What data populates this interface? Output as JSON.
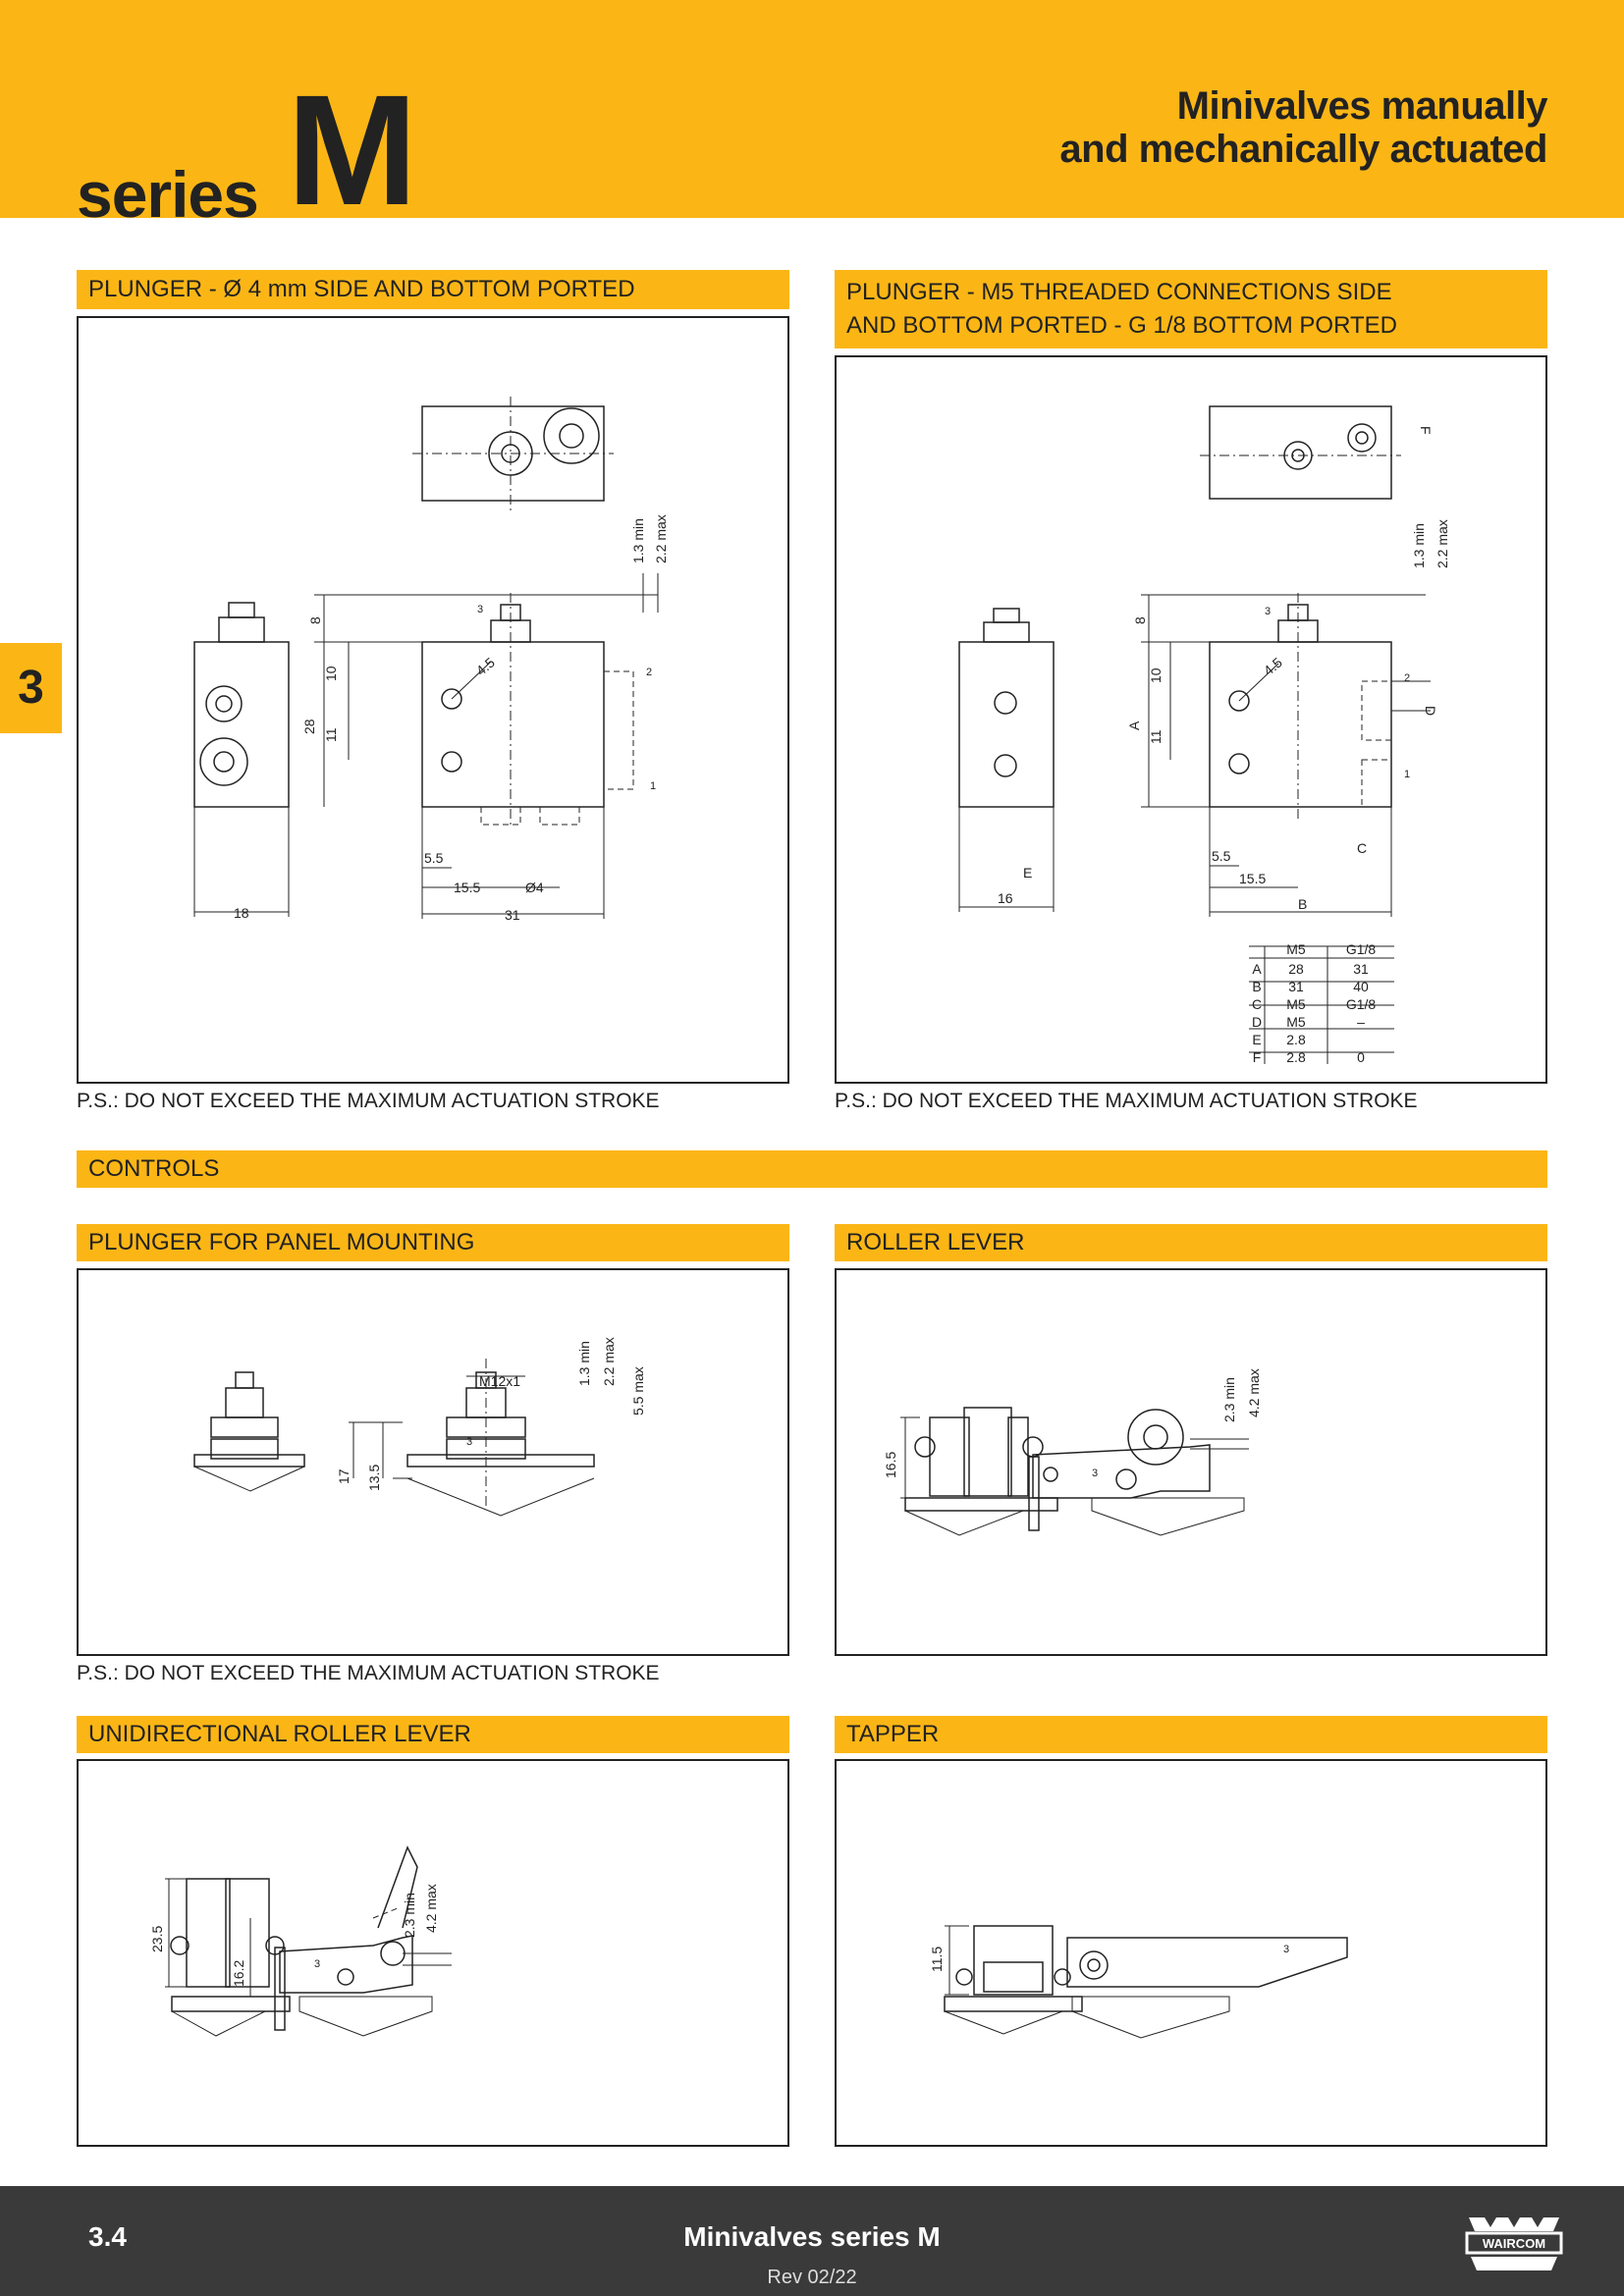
{
  "header": {
    "series_word": "series",
    "series_letter": "M",
    "title_line1": "Minivalves manually",
    "title_line2": "and mechanically actuated"
  },
  "side_tab": "3",
  "panels": {
    "plunger_4mm": {
      "title": "PLUNGER - Ø 4 mm SIDE AND BOTTOM PORTED",
      "note": "P.S.: DO NOT EXCEED THE MAXIMUM ACTUATION STROKE",
      "dims": [
        "1.3 min",
        "2.2 max",
        "8",
        "10",
        "11",
        "28",
        "4.5",
        "5.5",
        "15.5",
        "Ø4",
        "18",
        "31",
        "3",
        "2",
        "1"
      ]
    },
    "plunger_m5": {
      "title_line1": "PLUNGER - M5 THREADED CONNECTIONS SIDE",
      "title_line2": "AND BOTTOM PORTED - G 1/8 BOTTOM PORTED",
      "note": "P.S.: DO NOT EXCEED THE MAXIMUM ACTUATION STROKE",
      "dims": [
        "1.3 min",
        "2.2 max",
        "8",
        "10",
        "11",
        "A",
        "4.5",
        "D",
        "F",
        "5.5",
        "15.5",
        "C",
        "E",
        "16",
        "B",
        "3",
        "2",
        "1"
      ],
      "table": {
        "headers": [
          "",
          "M5",
          "G1/8"
        ],
        "rows": [
          [
            "A",
            "28",
            "31"
          ],
          [
            "B",
            "31",
            "40"
          ],
          [
            "C",
            "M5",
            "G1/8"
          ],
          [
            "D",
            "M5",
            "–"
          ],
          [
            "E",
            "2.8",
            ""
          ],
          [
            "F",
            "2.8",
            "0"
          ]
        ]
      }
    },
    "controls_title": "CONTROLS",
    "panel_mounting": {
      "title": "PLUNGER FOR PANEL MOUNTING",
      "note": "P.S.: DO NOT EXCEED THE MAXIMUM ACTUATION STROKE",
      "dims": [
        "M12x1",
        "1.3 min",
        "2.2 max",
        "5.5 max",
        "17",
        "13.5",
        "3"
      ]
    },
    "roller_lever": {
      "title": "ROLLER LEVER",
      "dims": [
        "2.3 min",
        "4.2 max",
        "16.5",
        "3"
      ]
    },
    "unidirectional": {
      "title": "UNIDIRECTIONAL ROLLER LEVER",
      "dims": [
        "23.5",
        "16.2",
        "2.3 min",
        "4.2 max",
        "3"
      ]
    },
    "tapper": {
      "title": "TAPPER",
      "dims": [
        "11.5",
        "3"
      ]
    }
  },
  "footer": {
    "page": "3.4",
    "title": "Minivalves series M",
    "rev": "Rev 02/22",
    "logo_text": "WAIRCOM"
  },
  "colors": {
    "accent": "#fbb616",
    "footer_bg": "#3a3a3a",
    "ink": "#222222"
  }
}
